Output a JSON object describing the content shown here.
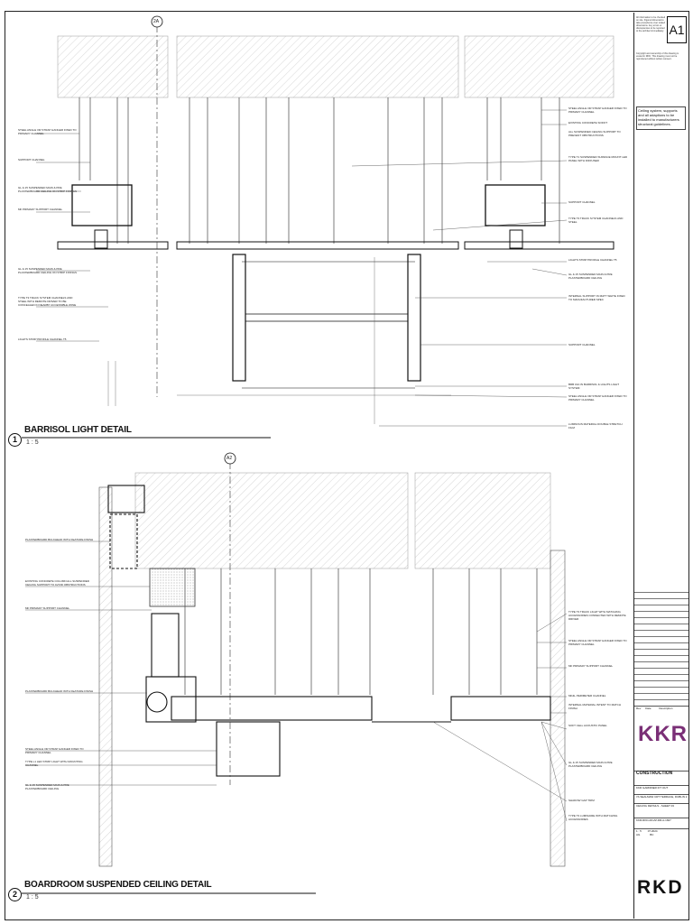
{
  "sheet": {
    "sheet_size": "A1",
    "notes_top": "All information to be checked on site. Figured dimensions take precedence over scaled dimensions. Any errors or discrepancies to be reported to the architect immediately.",
    "copyright_note": "Copyright and ownership of this drawing is vested in RKD. This drawing must not be reproduced without written consent.",
    "ceiling_note": "Ceiling system, supports and all adaptions to be installed to manufacturers structural guidelines."
  },
  "detail1": {
    "number": "1",
    "title": "BARRISOL LIGHT DETAIL",
    "scale": "1 : 5",
    "grid_ref": "2A",
    "labels_left": [
      "STEEL ANGLE OR STRAP HANGER FIXED TO PRIMARY CHANNEL",
      "SUPPORT CHANNEL",
      "GL & 15 SUSPENDED MAIN & PRE PLASTERBOARD CEILING ON STRIP FIXINGS",
      "MF PRIMARY SUPPORT CHANNEL",
      "GL & 15 SUSPENDED MAIN & PRE PLASTERBOARD CEILING ON STRIP FIXINGS",
      "TYPE T3 TRACK SYSTEM CHANNELS AND STEEL WITH REMOTE DRIVER TO BE CONCEALED IN NEARBY ACCESSIBLE ZONE",
      "LIGHTS STRIP PROFILE CHANNEL T5"
    ],
    "labels_right": [
      "STEEL ANGLE OR STRAP HANGER FIXED TO PRIMARY CHANNEL",
      "EXISTING CONCRETE SOFFIT",
      "ALL SUSPENDED CEILING SUPPORT TO PREVENT OBSTRUCTIONS",
      "TYPE T1 SUSPENDED SURFACE MOUNT LED PANEL WITH DIFFUSER",
      "SUPPORT CHANNEL",
      "TYPE T3 TRACK SYSTEM CHANNELS AND STEEL",
      "LIGHTS STRIP PROFILE CHANNEL T5",
      "GL & 15 SUSPENDED MAIN & PRE PLASTERBOARD CEILING",
      "INTERNAL SUPPORT IN MATT WHITE FIXED TO MANUFACTURER SPEC",
      "SUPPORT CHANNEL",
      "BRB 16A IN BARRISOL & LIGHTS LIGHT SYSTEM",
      "STEEL ANGLE OR STRAP HANGER FIXED TO PRIMARY CHANNEL",
      "LUMINOUS MATERIAL DOUBLE STRETCH FILM"
    ]
  },
  "detail2": {
    "number": "2",
    "title": "BOARDROOM SUSPENDED CEILING DETAIL",
    "scale": "1 : 5",
    "grid_ref": "A2",
    "labels_left": [
      "PLASTERBOARD BULKHEAD WITH FEATURE FINISH",
      "EXISTING CONCRETE COLUMN ALL SUSPENDED CEILING SUPPORT TO AVOID OBSTRUCTIONS",
      "MF PRIMARY SUPPORT CHANNEL",
      "PLASTERBOARD BULKHEAD WITH FEATURE FINISH",
      "STEEL ANGLE OR STRAP HANGER FIXED TO PRIMARY CHANNEL",
      "TYPE L1 LED STRIP LIGHT WITH MOUNTING CHANNEL",
      "GL & 15 SUSPENDED MAIN & PRE PLASTERBOARD CEILING"
    ],
    "labels_right": [
      "TYPE T3 TRACK LIGHT WITH MATCHING ACCESSORIES CONNECTED WITH REMOTE DRIVER",
      "STEEL ANGLE OR STRAP HANGER FIXED TO PRIMARY CHANNEL",
      "MF PRIMARY SUPPORT CHANNEL",
      "MF&L PERIMETER CHANNEL",
      "INTERNAL MATERIAL INTENT TO MATCH FINISH",
      "SOFT CELL ACOUSTIC PANEL",
      "GL & 15 SUSPENDED MAIN & PRE PLASTERBOARD CEILING",
      "SHADOW GAP TRIM",
      "TYPE T3 LUMINAIRE WITH MATCHING ACCESSORIES"
    ]
  },
  "titleblock": {
    "rev_header": [
      "Rev",
      "Date",
      "Description"
    ],
    "client_logo": "KKR",
    "status": "CONSTRUCTION",
    "project": "KKR GARDINER FIT OUT",
    "address": "7A SEALMAW CRT TERRACE, DUBLIN 2",
    "drawing_title": "CEILING DETAILS - SHEET 03",
    "drawing_number": "KKR-RKD-ZZ-ZZ-DR-A-1607",
    "scale": "1 : 5",
    "date": "07.2024",
    "drawn": "AG",
    "checked": "BC",
    "practice_logo": "RKD"
  }
}
